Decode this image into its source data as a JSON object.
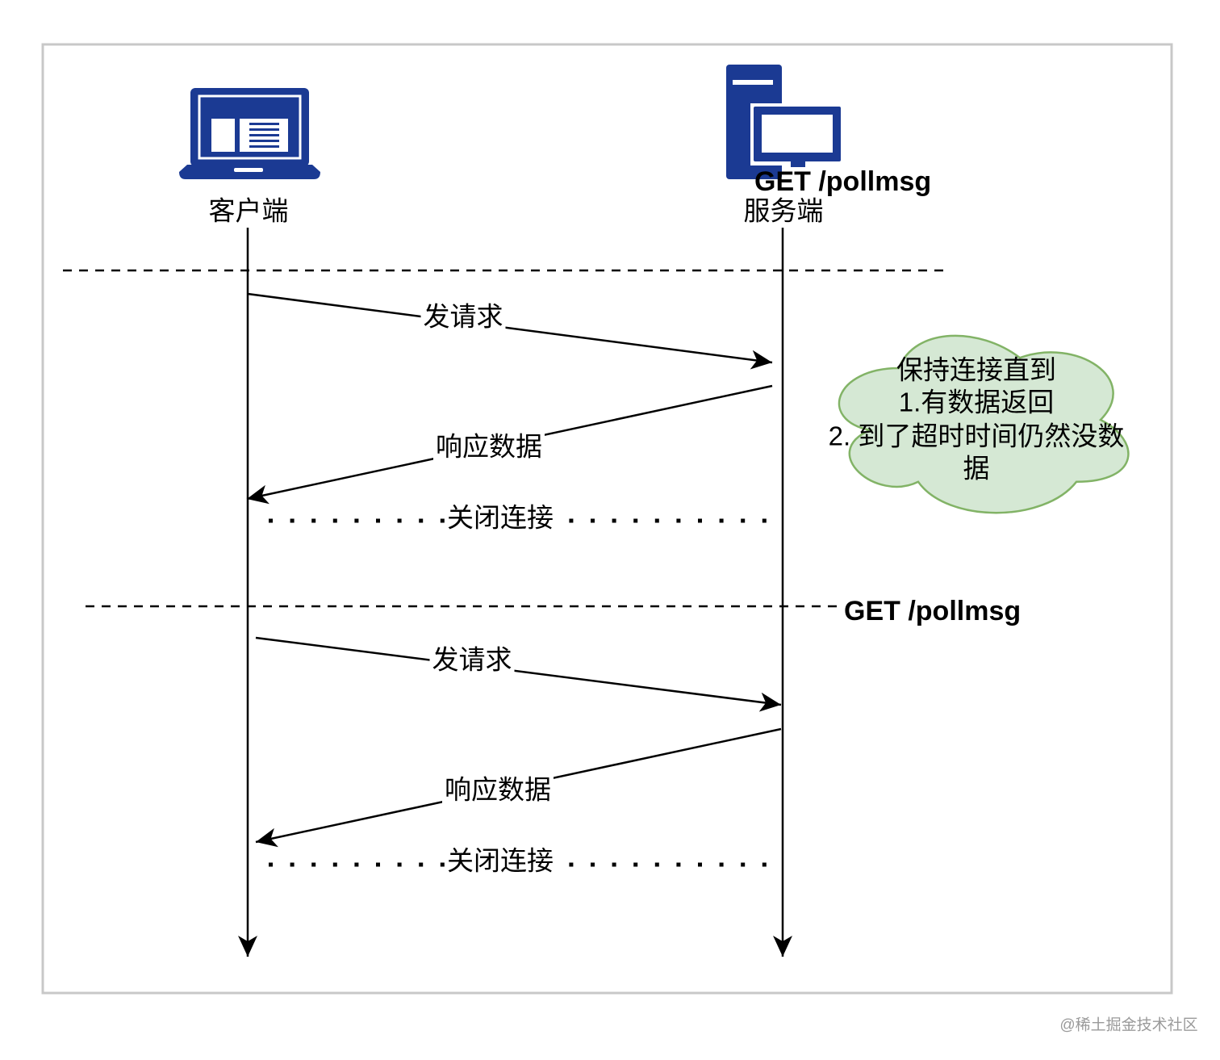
{
  "participants": {
    "client": {
      "label": "客户端",
      "icon": "laptop-icon"
    },
    "server": {
      "label": "服务端",
      "icon": "server-icon"
    }
  },
  "rounds": [
    {
      "request_path": "GET /pollmsg",
      "request_label": "发请求",
      "response_label": "响应数据",
      "close_label": "关闭连接"
    },
    {
      "request_path": "GET /pollmsg",
      "request_label": "发请求",
      "response_label": "响应数据",
      "close_label": "关闭连接"
    }
  ],
  "note": {
    "lines": [
      "保持连接直到",
      "1.有数据返回",
      "2. 到了超时时间仍然没数",
      "据"
    ]
  },
  "watermark": "@稀土掘金技术社区",
  "colors": {
    "icon": "#1b3a93",
    "note_fill": "#d5e8d4",
    "note_stroke": "#82b366",
    "frame": "#c8c8c8",
    "line": "#000000"
  }
}
